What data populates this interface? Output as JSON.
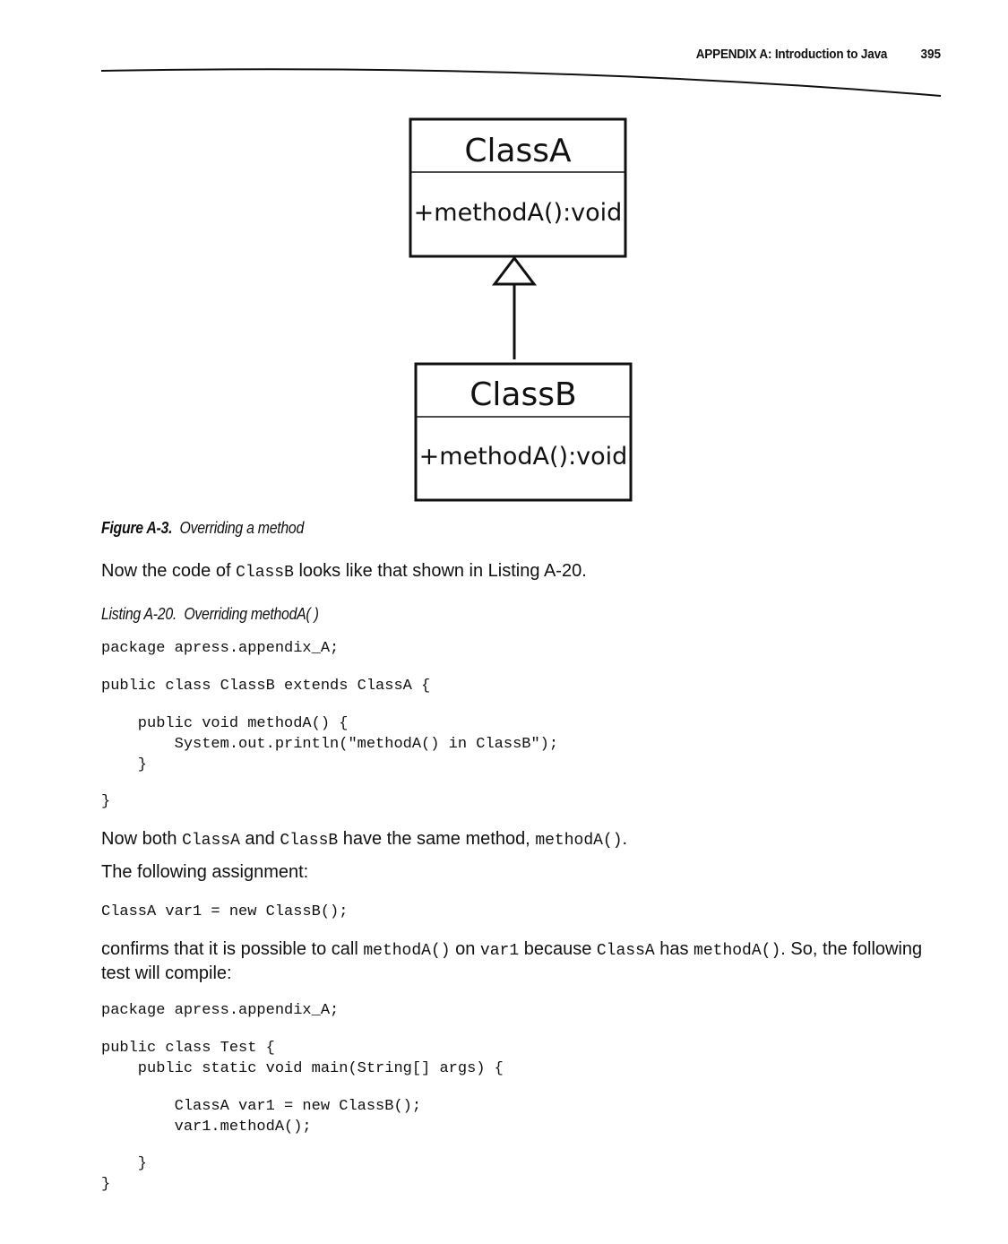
{
  "header": {
    "title": "APPENDIX A: Introduction to Java",
    "page_number": "395"
  },
  "diagram": {
    "class_a": {
      "name": "ClassA",
      "method": "+methodA():void"
    },
    "class_b": {
      "name": "ClassB",
      "method": "+methodA():void"
    }
  },
  "figure_caption": {
    "label": "Figure A-3.",
    "text": "Overriding a method"
  },
  "para1": {
    "before": "Now the code of ",
    "code": "ClassB",
    "after": " looks like that shown in Listing A-20."
  },
  "listing_caption": {
    "label": "Listing A-20.",
    "text": "Overriding methodA( )"
  },
  "code1": {
    "l1": "package apress.appendix_A;",
    "l2": "public class ClassB extends ClassA {",
    "l3": "    public void methodA() {",
    "l4": "        System.out.println(\"methodA() in ClassB\");",
    "l5": "    }",
    "l6": "}"
  },
  "para2": {
    "t1": "Now both ",
    "c1": "ClassA",
    "t2": " and ",
    "c2": "ClassB",
    "t3": " have the same method, ",
    "c3": "methodA()",
    "t4": "."
  },
  "para3": {
    "text": "The following assignment:"
  },
  "code2": {
    "l1": "ClassA var1 = new ClassB();"
  },
  "para4": {
    "t1": "confirms that it is possible to call ",
    "c1": "methodA()",
    "t2": " on ",
    "c2": "var1",
    "t3": " because ",
    "c3": "ClassA",
    "t4": " has ",
    "c4": "methodA()",
    "t5": ". So, the following test will compile:"
  },
  "code3": {
    "l1": "package apress.appendix_A;",
    "l2": "public class Test {",
    "l3": "    public static void main(String[] args) {",
    "l4": "        ClassA var1 = new ClassB();",
    "l5": "        var1.methodA();",
    "l6": "    }",
    "l7": "}"
  }
}
